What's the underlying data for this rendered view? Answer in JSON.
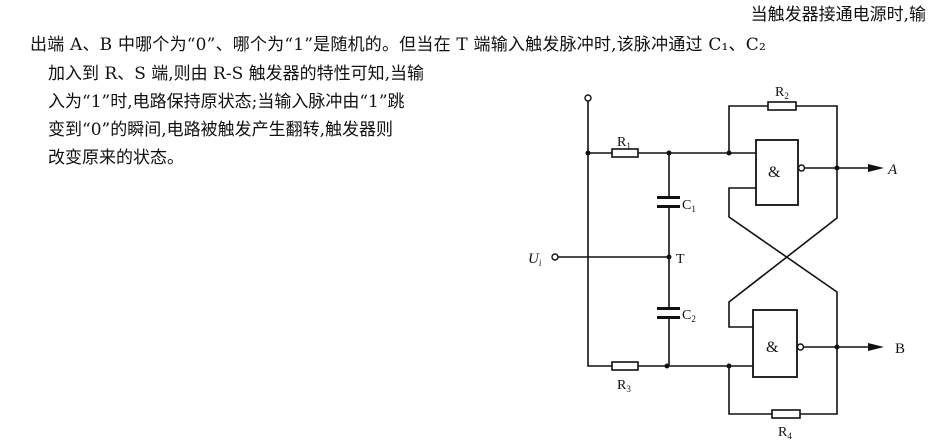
{
  "text": {
    "line1": "当触发器接通电源时,输",
    "line2": "出端 A、B 中哪个为“0”、哪个为“1”是随机的。但当在 T 端输入触发脉冲时,该脉冲通过 C₁、C₂",
    "line3": "加入到 R、S 端,则由 R-S 触发器的特性可知,当输",
    "line4": "入为“1”时,电路保持原状态;当输入脉冲由“1”跳",
    "line5": "变到“0”的瞬间,电路被触发产生翻转,触发器则",
    "line6": "改变原来的状态。"
  },
  "circuit": {
    "r1": {
      "main": "R",
      "sub": "1"
    },
    "r2": {
      "main": "R",
      "sub": "2"
    },
    "r3": {
      "main": "R",
      "sub": "3"
    },
    "r4": {
      "main": "R",
      "sub": "4"
    },
    "c1": {
      "main": "C",
      "sub": "1"
    },
    "c2": {
      "main": "C",
      "sub": "2"
    },
    "ui": {
      "main": "U",
      "sub": "i"
    },
    "t": "T",
    "gate1": "&",
    "gate2": "&",
    "out_a": "A",
    "out_b": "B"
  }
}
